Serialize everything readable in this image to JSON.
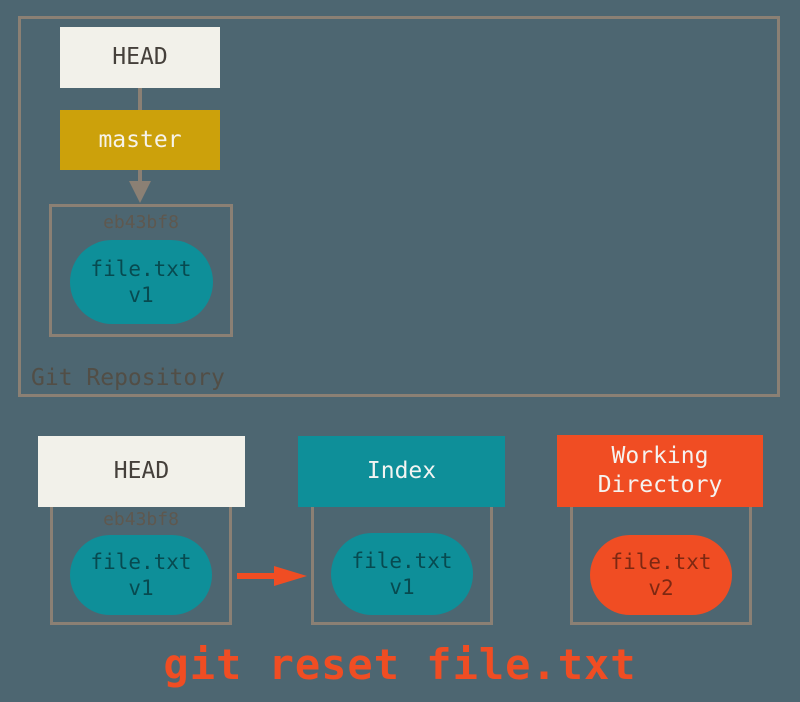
{
  "diagram": {
    "repository": {
      "label": "Git Repository",
      "head_label": "HEAD",
      "branch_label": "master",
      "commit": {
        "hash": "eb43bf8",
        "file_name": "file.txt",
        "file_version": "v1"
      }
    },
    "columns": [
      {
        "header": "HEAD",
        "hash": "eb43bf8",
        "file_name": "file.txt",
        "file_version": "v1"
      },
      {
        "header": "Index",
        "file_name": "file.txt",
        "file_version": "v1"
      },
      {
        "header": "Working Directory",
        "file_name": "file.txt",
        "file_version": "v2"
      }
    ],
    "caption": "git reset file.txt"
  },
  "colors": {
    "background": "#4d6671",
    "border": "#8b8074",
    "cream": "#f2f1ea",
    "gold": "#cca10b",
    "teal": "#0e8f99",
    "red": "#f04d23",
    "caption": "#f04d23"
  }
}
